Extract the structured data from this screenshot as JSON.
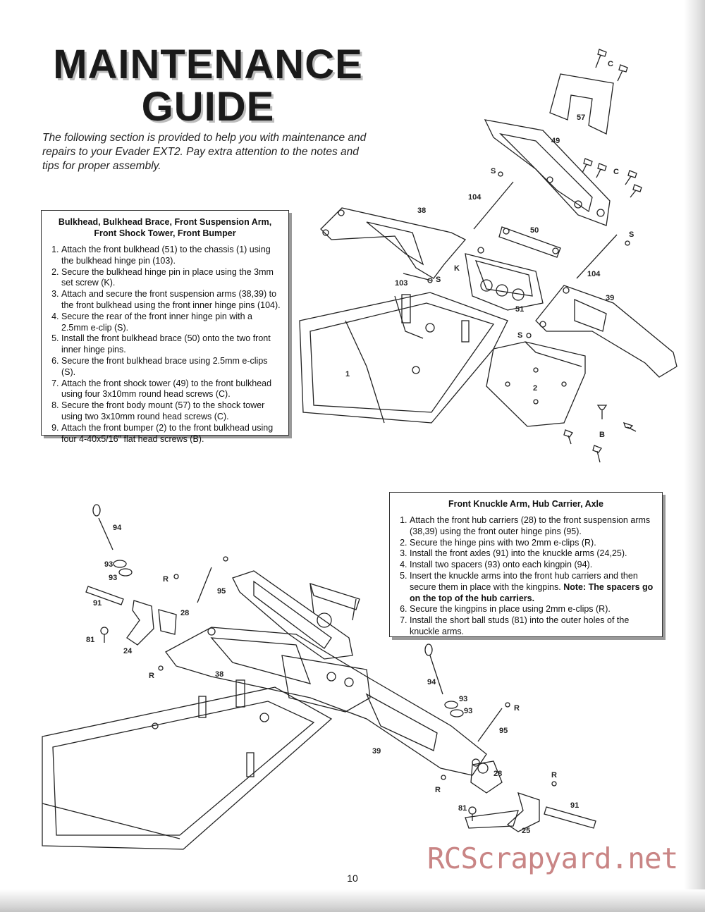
{
  "title": {
    "line1": "MAINTENANCE",
    "line2": "GUIDE"
  },
  "intro": "The following section is provided to help you with maintenance and repairs to your Evader EXT2. Pay extra attention to the notes and tips for proper assembly.",
  "box1": {
    "heading_line1": "Bulkhead, Bulkhead Brace, Front Suspension Arm,",
    "heading_line2": "Front Shock Tower, Front Bumper",
    "steps": [
      "Attach the front bulkhead (51) to the chassis (1) using the bulkhead hinge pin (103).",
      "Secure the bulkhead hinge pin in place using the 3mm set screw (K).",
      "Attach and secure the front suspension arms (38,39) to the front bulkhead using the front inner hinge pins (104).",
      "Secure the rear of the front inner hinge pin with a 2.5mm e-clip (S).",
      "Install the front bulkhead brace (50) onto the two front inner hinge pins.",
      "Secure the front bulkhead brace using 2.5mm e-clips (S).",
      "Attach the front shock tower (49) to the front bulkhead using four 3x10mm round head screws (C).",
      "Secure the front body mount (57) to the shock tower using two 3x10mm round head screws (C).",
      "Attach the front bumper (2) to the front bulkhead using four 4-40x5/16\" flat head screws (B)."
    ]
  },
  "box2": {
    "heading": "Front Knuckle Arm, Hub Carrier, Axle",
    "steps": [
      "Attach the front hub carriers (28) to the front suspension arms (38,39) using the front outer hinge pins (95).",
      "Secure the hinge pins with two 2mm e-clips (R).",
      "Install the front axles (91) into the knuckle arms (24,25).",
      "Install two spacers (93) onto each kingpin (94)."
    ],
    "step5_text": "Insert the knuckle arms into the front hub carriers and then secure them in place with the kingpins.",
    "step5_note": "Note: The spacers go on the top of the hub carriers.",
    "steps_after": [
      "Secure the kingpins in place using 2mm e-clips (R).",
      "Install the short ball studs (81) into the outer holes of the knuckle arms."
    ]
  },
  "diagram1_labels": [
    "C",
    "57",
    "49",
    "S",
    "C",
    "104",
    "38",
    "50",
    "S",
    "K",
    "103",
    "S",
    "104",
    "39",
    "51",
    "S",
    "1",
    "2",
    "B"
  ],
  "diagram2_labels": [
    "94",
    "93",
    "R",
    "93",
    "95",
    "91",
    "28",
    "81",
    "24",
    "R",
    "38",
    "94",
    "93",
    "93",
    "R",
    "95",
    "39",
    "28",
    "R",
    "R",
    "91",
    "81",
    "25"
  ],
  "watermark": "RCScrapyard.net",
  "page_number": "10"
}
